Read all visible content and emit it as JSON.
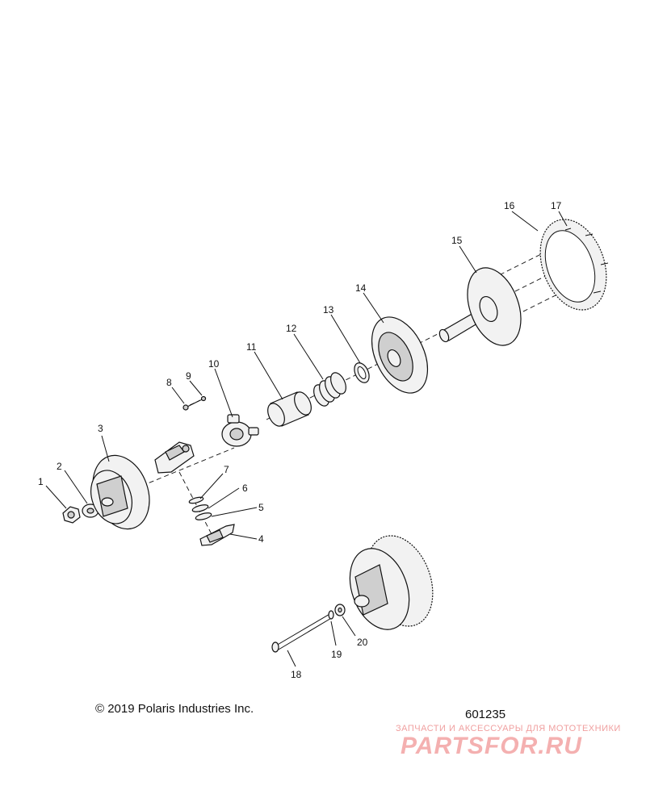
{
  "callouts": {
    "c1": "1",
    "c2": "2",
    "c3": "3",
    "c4": "4",
    "c5": "5",
    "c6": "6",
    "c7": "7",
    "c8": "8",
    "c9": "9",
    "c10": "10",
    "c11": "11",
    "c12": "12",
    "c13": "13",
    "c14": "14",
    "c15": "15",
    "c16": "16",
    "c17": "17",
    "c18": "18",
    "c19": "19",
    "c20": "20"
  },
  "footer": {
    "copyright": "© 2019 Polaris Industries Inc.",
    "figure_number": "601235"
  },
  "watermark": {
    "tagline": "ЗАПЧАСТИ И АКСЕССУАРЫ ДЛЯ МОТОТЕХНИКИ",
    "logo": "PARTSFOR.RU"
  }
}
